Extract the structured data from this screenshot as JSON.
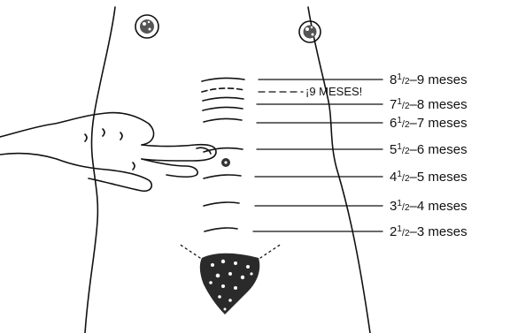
{
  "diagram": {
    "marker": {
      "label": "¡9 MESES!"
    },
    "labels": [
      {
        "whole": "8",
        "num": "1",
        "den": "2",
        "rest": "–9 meses"
      },
      {
        "whole": "7",
        "num": "1",
        "den": "2",
        "rest": "–8 meses"
      },
      {
        "whole": "6",
        "num": "1",
        "den": "2",
        "rest": "–7 meses"
      },
      {
        "whole": "5",
        "num": "1",
        "den": "2",
        "rest": "–6 meses"
      },
      {
        "whole": "4",
        "num": "1",
        "den": "2",
        "rest": "–5 meses"
      },
      {
        "whole": "3",
        "num": "1",
        "den": "2",
        "rest": "–4 meses"
      },
      {
        "whole": "2",
        "num": "1",
        "den": "2",
        "rest": "–3 meses"
      }
    ]
  }
}
